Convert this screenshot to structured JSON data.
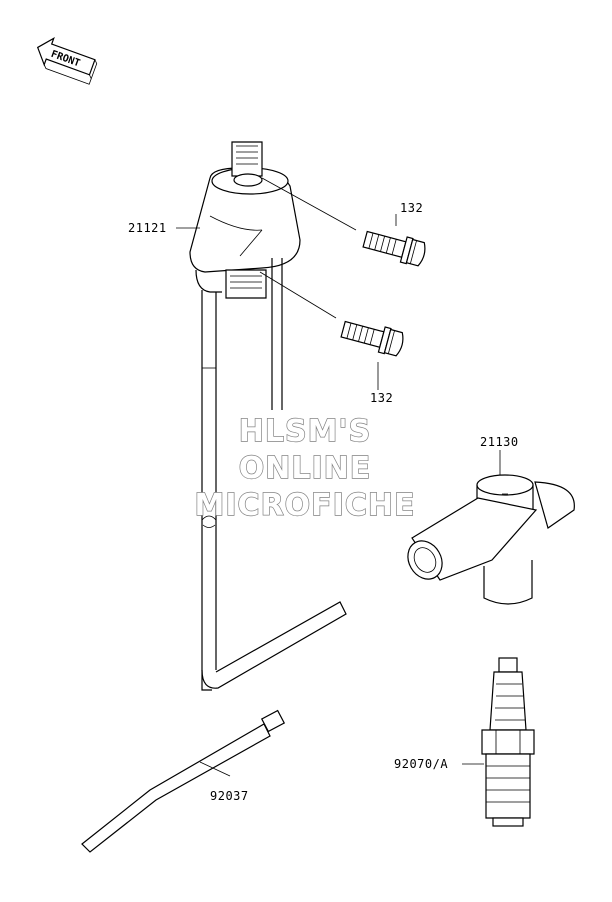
{
  "front_badge": {
    "text": "FRONT"
  },
  "parts": {
    "p21121": "21121",
    "p132_top": "132",
    "p132_bottom": "132",
    "p21130": "21130",
    "p92037": "92037",
    "p92070": "92070/A"
  },
  "watermark": {
    "line1": "HLSM'S",
    "line2": "ONLINE",
    "line3": "MICROFICHE"
  }
}
